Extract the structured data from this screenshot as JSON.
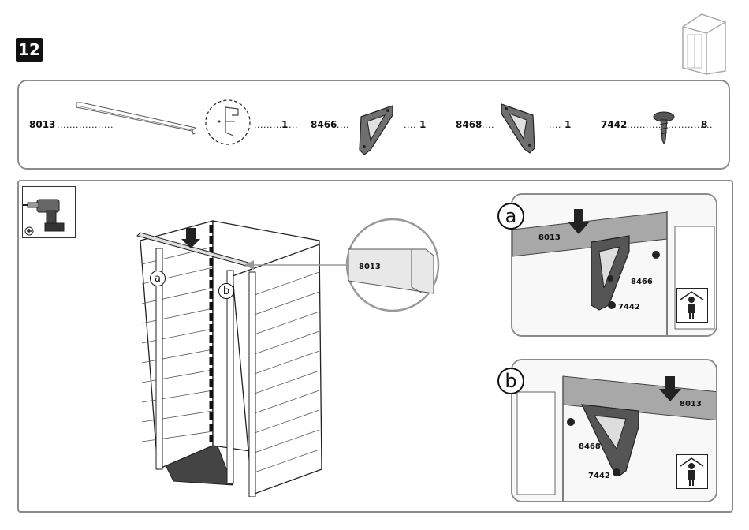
{
  "step": {
    "number": "12"
  },
  "parts": [
    {
      "code": "8013",
      "dots": "..................",
      "qty_dots": "..............",
      "qty": "1"
    },
    {
      "code": "8466",
      "dots": "....",
      "qty_dots": "....",
      "qty": "1"
    },
    {
      "code": "8468",
      "dots": "....",
      "qty_dots": "....",
      "qty": "1"
    },
    {
      "code": "7442",
      "dots": "................",
      "qty_dots": "...........",
      "qty": "8"
    }
  ],
  "assembly": {
    "callouts": {
      "a": "a",
      "b": "b"
    },
    "zoom_label": "8013"
  },
  "detail_a": {
    "letter": "a",
    "beam": "8013",
    "bracket": "8466",
    "screw": "7442"
  },
  "detail_b": {
    "letter": "b",
    "beam": "8013",
    "bracket": "8468",
    "screw": "7442"
  },
  "icons": [
    "drill-icon",
    "one-person-icon",
    "shed-thumbnail-icon",
    "screw-icon"
  ]
}
